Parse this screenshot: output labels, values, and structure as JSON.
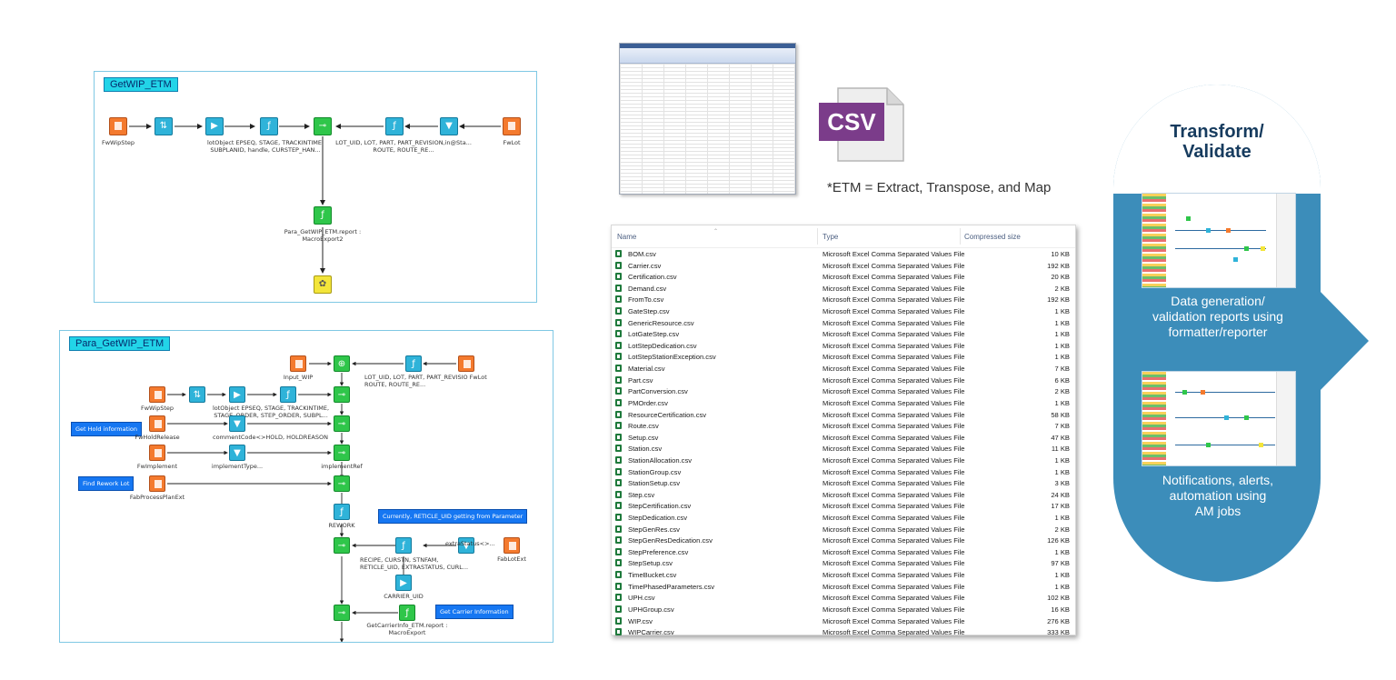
{
  "flow1": {
    "title": "GetWIP_ETM"
  },
  "flow1_nodes": {
    "n1": "FwWipStep",
    "n4": "lotObject EPSEQ, STAGE, TRACKINTIME,\nSUBPLANID, handle, CURSTEP_HAN...",
    "n7": "LOT_UID, LOT, PART, PART_REVISION,in@Sta...\nROUTE, ROUTE_RE...",
    "n8": "FwLot",
    "n9": "Para_GetWIP_ETM.report :\nMacroExport2"
  },
  "flow2": {
    "title": "Para_GetWIP_ETM"
  },
  "flow2_nodes": {
    "input": "Input_WIP",
    "lotuid": "LOT_UID, LOT, PART, PART_REVISIO FwLot\nROUTE, ROUTE_RE...",
    "wipstep": "FwWipStep",
    "lotobj": "lotObject EPSEQ, STAGE, TRACKINTIME,\nSTAGE_ORDER, STEP_ORDER, SUBPL...",
    "holdrel": "FwHoldRelease",
    "comment": "commentCode<>HOLD, HOLDREASON",
    "impl": "FwImplement",
    "impltype": "implementType...",
    "implref": "implementRef",
    "fabproc": "FabProcessPlanExt",
    "rework": "REWORK",
    "recipe": "RECIPE, CURSTN, STNFAM,\nRETICLE_UID, EXTRASTATUS, CURL...",
    "extra": "extraStatus<>...",
    "fablot": "FabLotExt",
    "carrier": "CARRIER_UID",
    "getcarrier": "GetCarrierInfo_ETM.report :\nMacroExport"
  },
  "flow2_boxes": {
    "hold": "Get Hold information",
    "rework": "Find Rework Lot",
    "reticle": "Currently, RETICLE_UID getting from Parameter",
    "carrier": "Get Carrier Information"
  },
  "csv_icon_label": "CSV",
  "etm_note": "*ETM = Extract, Transpose, and Map",
  "file_list": {
    "headers": {
      "name": "Name",
      "type": "Type",
      "size": "Compressed size"
    },
    "rows": [
      {
        "name": "BOM.csv",
        "type": "Microsoft Excel Comma Separated Values File",
        "size": "10 KB"
      },
      {
        "name": "Carrier.csv",
        "type": "Microsoft Excel Comma Separated Values File",
        "size": "192 KB"
      },
      {
        "name": "Certification.csv",
        "type": "Microsoft Excel Comma Separated Values File",
        "size": "20 KB"
      },
      {
        "name": "Demand.csv",
        "type": "Microsoft Excel Comma Separated Values File",
        "size": "2 KB"
      },
      {
        "name": "FromTo.csv",
        "type": "Microsoft Excel Comma Separated Values File",
        "size": "192 KB"
      },
      {
        "name": "GateStep.csv",
        "type": "Microsoft Excel Comma Separated Values File",
        "size": "1 KB"
      },
      {
        "name": "GenericResource.csv",
        "type": "Microsoft Excel Comma Separated Values File",
        "size": "1 KB"
      },
      {
        "name": "LotGateStep.csv",
        "type": "Microsoft Excel Comma Separated Values File",
        "size": "1 KB"
      },
      {
        "name": "LotStepDedication.csv",
        "type": "Microsoft Excel Comma Separated Values File",
        "size": "1 KB"
      },
      {
        "name": "LotStepStationException.csv",
        "type": "Microsoft Excel Comma Separated Values File",
        "size": "1 KB"
      },
      {
        "name": "Material.csv",
        "type": "Microsoft Excel Comma Separated Values File",
        "size": "7 KB"
      },
      {
        "name": "Part.csv",
        "type": "Microsoft Excel Comma Separated Values File",
        "size": "6 KB"
      },
      {
        "name": "PartConversion.csv",
        "type": "Microsoft Excel Comma Separated Values File",
        "size": "2 KB"
      },
      {
        "name": "PMOrder.csv",
        "type": "Microsoft Excel Comma Separated Values File",
        "size": "1 KB"
      },
      {
        "name": "ResourceCertification.csv",
        "type": "Microsoft Excel Comma Separated Values File",
        "size": "58 KB"
      },
      {
        "name": "Route.csv",
        "type": "Microsoft Excel Comma Separated Values File",
        "size": "7 KB"
      },
      {
        "name": "Setup.csv",
        "type": "Microsoft Excel Comma Separated Values File",
        "size": "47 KB"
      },
      {
        "name": "Station.csv",
        "type": "Microsoft Excel Comma Separated Values File",
        "size": "11 KB"
      },
      {
        "name": "StationAllocation.csv",
        "type": "Microsoft Excel Comma Separated Values File",
        "size": "1 KB"
      },
      {
        "name": "StationGroup.csv",
        "type": "Microsoft Excel Comma Separated Values File",
        "size": "1 KB"
      },
      {
        "name": "StationSetup.csv",
        "type": "Microsoft Excel Comma Separated Values File",
        "size": "3 KB"
      },
      {
        "name": "Step.csv",
        "type": "Microsoft Excel Comma Separated Values File",
        "size": "24 KB"
      },
      {
        "name": "StepCertification.csv",
        "type": "Microsoft Excel Comma Separated Values File",
        "size": "17 KB"
      },
      {
        "name": "StepDedication.csv",
        "type": "Microsoft Excel Comma Separated Values File",
        "size": "1 KB"
      },
      {
        "name": "StepGenRes.csv",
        "type": "Microsoft Excel Comma Separated Values File",
        "size": "2 KB"
      },
      {
        "name": "StepGenResDedication.csv",
        "type": "Microsoft Excel Comma Separated Values File",
        "size": "126 KB"
      },
      {
        "name": "StepPreference.csv",
        "type": "Microsoft Excel Comma Separated Values File",
        "size": "1 KB"
      },
      {
        "name": "StepSetup.csv",
        "type": "Microsoft Excel Comma Separated Values File",
        "size": "97 KB"
      },
      {
        "name": "TimeBucket.csv",
        "type": "Microsoft Excel Comma Separated Values File",
        "size": "1 KB"
      },
      {
        "name": "TimePhasedParameters.csv",
        "type": "Microsoft Excel Comma Separated Values File",
        "size": "1 KB"
      },
      {
        "name": "UPH.csv",
        "type": "Microsoft Excel Comma Separated Values File",
        "size": "102 KB"
      },
      {
        "name": "UPHGroup.csv",
        "type": "Microsoft Excel Comma Separated Values File",
        "size": "16 KB"
      },
      {
        "name": "WIP.csv",
        "type": "Microsoft Excel Comma Separated Values File",
        "size": "276 KB"
      },
      {
        "name": "WIPCarrier.csv",
        "type": "Microsoft Excel Comma Separated Values File",
        "size": "333 KB"
      }
    ]
  },
  "transform": {
    "title": "Transform/\nValidate",
    "caption1": "Data generation/\nvalidation reports using\nformatter/reporter",
    "caption2": "Notifications, alerts,\nautomation using\nAM jobs"
  },
  "colors": {
    "pill": "#3c8dba",
    "title_dark": "#163b5e",
    "node_orange": "#f47a2e",
    "node_teal": "#2fb3d9",
    "node_green": "#2fc64a",
    "flow_title_bg": "#22d4e8",
    "info_box": "#1677f2"
  }
}
